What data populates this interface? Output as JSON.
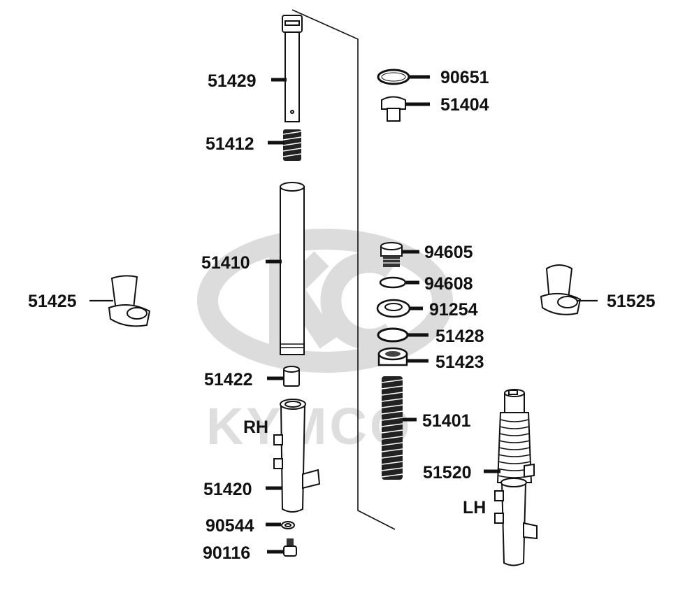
{
  "watermark": {
    "text": "KYMCO"
  },
  "labels": {
    "p51429": "51429",
    "p51412": "51412",
    "p51410": "51410",
    "p51425": "51425",
    "p51422": "51422",
    "p51420": "51420",
    "p90544": "90544",
    "p90116": "90116",
    "p90651": "90651",
    "p51404": "51404",
    "p94605": "94605",
    "p94608": "94608",
    "p91254": "91254",
    "p51428": "51428",
    "p51423": "51423",
    "p51401": "51401",
    "p51520": "51520",
    "p51525": "51525",
    "side_rh": "RH",
    "side_lh": "LH"
  },
  "colors": {
    "line": "#111111",
    "watermark": "#dcdcdc",
    "background": "#ffffff"
  }
}
